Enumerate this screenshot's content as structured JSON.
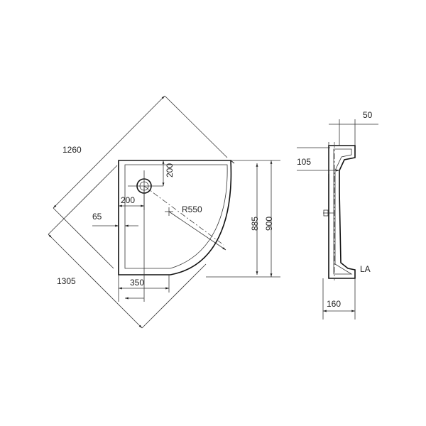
{
  "dimensions": {
    "diag_top": "1260",
    "diag_bottom": "1305",
    "drain_offset_top": "200",
    "drain_offset_left": "200",
    "lip_width": "65",
    "radius": "R550",
    "drain_x": "350",
    "inner_height": "885",
    "outer_height": "900",
    "profile_top": "50",
    "profile_lip": "105",
    "profile_width": "160",
    "profile_label": "LA"
  }
}
